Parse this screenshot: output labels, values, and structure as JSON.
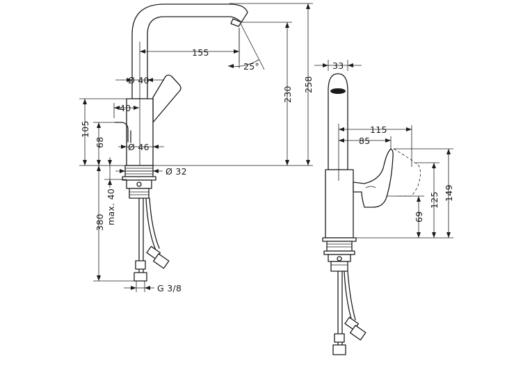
{
  "front_view": {
    "labels": {
      "spout_reach": "155",
      "spout_angle": "25°",
      "spout_diameter": "Ø 40",
      "body_depth": "40",
      "body_diameter": "Ø 46",
      "base_diameter": "Ø 32",
      "lever_height": "105",
      "lever_pivot_height": "68",
      "aerator_height": "230",
      "total_height": "258",
      "max_counter_thickness": "max. 40",
      "hose_length": "380",
      "connection_thread": "G 3/8"
    }
  },
  "side_view": {
    "labels": {
      "spout_width": "33",
      "lever_reach_max": "115",
      "lever_reach": "85",
      "lever_total_height": "149",
      "lever_mid_height": "125",
      "lever_base_height": "69"
    }
  }
}
